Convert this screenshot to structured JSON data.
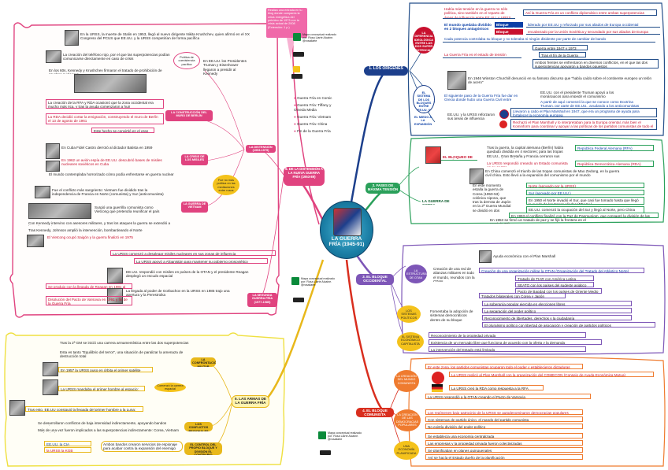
{
  "hub": {
    "title_1": "LA GUERRA",
    "title_2": "FRÍA (1945-91)"
  },
  "branches": {
    "b1": "1. LOS ORÍGENES",
    "b2": "2. FASES DE MÁXIMA TENSIÓN",
    "b3": "3. EL BLOQUE OCCIDENTAL",
    "b4": "4. EL BLOQUE COMUNISTA",
    "b5": "5. LAS ARMAS DE LA GUERRA FRÍA",
    "b6": "6. DE LA DISTENSIÓN A LA NUEVA GUERRA FRÍA (1953-89)"
  },
  "top_note": "Realiza una entrada en tu blog donde compares la crisis energética del petróleo de 1973 con la crisis actual de 2008 (Extensión: 1 p.)",
  "license_text": "Mapa conceptual realizado por: Rosa Liarte Alcaine. @rosaliarte",
  "links": [
    "Guerra Fría en Comic",
    "Guerra Fría: Tiffany y Omeda Media",
    "Guerra Fría: Vietnam",
    "Guerra Fría: China",
    "Fin de la Guerra Fría"
  ],
  "origins": {
    "left1": "LA DIFERENCIA IDEOLÓGICA ENTRE LAS DOS SUPER POTENCIAS",
    "left2": "EL SISTEMA DE LOS BLOQUES ENTRE EE.UU. Y LA URSS",
    "left3": "EL MIEDO A LA EXPANSIÓN",
    "t1": "Había más tensión en la guerra no sólo política, sino también en el reparto de áreas de influencia entre EE.UU. y URSS",
    "t1b": "Así la Guerra Fría es un conflicto diplomático entre ambas superpotencias",
    "t2": "El mundo quedaba dividido en 2 bloques antagónicos",
    "t2a": "Bloque occidental:",
    "t2a_text": "liderado por EE.UU y reforzado por sus aliados de Europa occidental",
    "t2b": "Bloque comunista:",
    "t2b_text": "encabezado por la Unión Soviética y secundado por sus aliados de Europa Oriental",
    "t3": "Cada potencia controlaba su bloque y no toleraba ni ningún disidente por parte de cambiar de bando",
    "t4": "La Guerra Fría es el estado de tensión permanente",
    "t4a": "Guerra entre 1947 y 1973",
    "t4b": "Tras el fin de la Guerra Fría",
    "t4c": "Ambos frentes se enfrentaron en diversos conflictos, en el que las dos superpotencias apoyaron a bandos opuestos",
    "churchill": "En 1946 Winston Churchill denunció en su famoso discurso que \"había caído sobre el continente europeo un telón de acero\"",
    "mid1": "El siguiente paso de la Guerra Fría fue dar en Grecia donde hubo una Guerra Civil entre comunistas y monárquicos",
    "mid2": "EE.UU. con el presidente Truman apoyó a los monárquicos para impedir el comunismo",
    "mid3": "A partir de aquí comenzó la que se conoce como Doctrina Truman, por parte de EE.UU., ayudando a los anticomunistas",
    "usa": "EE.UU. y la URSS reforzaron sus áreas de influencia",
    "usa1": "Llevaron a cabo el Plan Marshall en 1947, que era un programa de ayuda para fortalecer la economía europea",
    "usa2": "Rechazó el Plan Marshall y lo interpretaban para la Europa oriental, más bien el Kominform para coordinar y apoyar a las políticas de los partidos comunistas de todo el mundo"
  },
  "tension": {
    "berlin": "EL BLOQUEO DE BERLÍN",
    "berlin_text": "Tras la guerra, la capital alemana (Berlín) había quedado dividida en 4 sectores; para las tropas EE.UU., Gran Bretaña y Francia cerraron sus sectores la que dio",
    "rfa": "República Federal Alemana (RFA)",
    "rda": "República Democrática Alemana (RDA)",
    "berlin_2": "La URSS respondió creando un Estado comunista en su sector",
    "korea": "LA GUERRA DE COREA",
    "china": "En China comenzó el triunfo de las tropas comunistas de Mao Zedong, en la guerra civil china. Esto llevó a la expansión del comunismo por el mundo",
    "korea_text": "En este momento estalla la guerra de Corea (1950-53) colónica nipona, que tras la derrota de Japón en la 2ª Guerra Mundial se dividió en dos",
    "korea1": "Norte (apoyado por la URSS)",
    "korea2": "Sur (apoyado por EE.UU.)",
    "korea3": "En 1950 el Norte invadió el Sur, que casi fue tomado hasta que llegó la ayuda de las tropas aliadas (EE.UU.)",
    "korea4": "EE.UU. comenzó la ocupación del Sur y llegó al Norte, pero China envió tropas en apoyo al Norte",
    "korea5": "En 1953 se firmó un tratado de paz y se fijó la frontera en el paralelo 38º",
    "korea6": "En 1953 el conflicto finalizó con la Paz de Panmunjom, que consagró la división de las dos Coreas"
  },
  "western": {
    "s1": "LA ESTRUCTURA DE OTAN",
    "s2": "LOS SISTEMAS POLÍTICOS",
    "s3": "EL SISTEMA ECONÓMICO CAPITALISTA",
    "marshall": "Ayuda económica con el Plan Marshall",
    "otan1": "Creación de una red de alianzas militares en todo el mundo, reunidos con la OTAN",
    "otan2": "Creación de una organización militar la OTAN (Organización del Tratado del Atlántico Norte)",
    "otan3": "Tratado de TIAR con América Latina",
    "otan4": "SEATO con los países del sudeste asiático",
    "otan5": "Pacto de Bagdad con los países de Oriente Medio",
    "otan6": "Tratados bilaterales con Corea y Japón",
    "pol1": "Fomentaba la adopción de sistemas democráticos dentro de su bloque",
    "pol2": "La soberanía popular ejercida en elecciones libres",
    "pol3": "La separación del poder político",
    "pol4": "Reconocimiento de libertades, derechos y la ciudadanía",
    "pol5": "El pluralismo político con libertad de asociación y creación de partidos políticos",
    "eco1": "Reconocimiento de la propiedad privada",
    "eco2": "Existencia de un mercado libre que funciona de acuerdo con la oferta y la demanda",
    "eco3": "La intervención del Estado está limitada"
  },
  "communist": {
    "c1": "LA CREACIÓN DEL MUNDO COMUNISTA",
    "c2": "LA CREACIÓN DE LAS DEMOCRACIAS POPULARES",
    "c3": "UNA ECONOMÍA PLANIFICADA",
    "c1a": "En este zona, los partidos comunistas ocuparon todo el poder y establecieron dictaduras comunistas",
    "c1b": "La URSS replicó al Plan Marshall con la organización del COMECON (Consejo de Ayuda Económica Mutua)",
    "c1c": "La URSS creó la RDA como respuesta a la RFA",
    "c1d": "La URSS respondió a la OTAN creando el Pacto de Varsovia",
    "c2a": "Los regímenes bajo patrocinio de la URSS se autodenominaron democracias populares",
    "c2b": "Con sistemas de partido único, el mando del partido comunista",
    "c2c": "No existía división del poder político",
    "c3a": "Se establecía una economía centralizada",
    "c3b": "Las empresas y la propiedad privada fueron colectivizadas",
    "c3c": "Se planificaban en planes quinquenales",
    "c3d": "Así se hacía el Estado dueño de la planificación"
  },
  "arms": {
    "a1": "LA CONFRONTACIÓN MILITAR",
    "a2": "LOS CONFLICTOS REGIONALES",
    "a3": "EL CONTROL DEL PROPIO BLOQUE Y DIVISIÓN EL CONTRARIO",
    "space": "Comenzó la carrera espacial",
    "a1_text": "Tras la 2ª GM se inició una carrera armamentística entre las dos superpotencias",
    "a1_text2": "Esta es tanto \"Equilibrio del terror\", una situación de paralizar la amenaza de destrucción total",
    "sp1": "En 1957 la URSS puso en órbita el primer satélite artificial, el Sputnik",
    "sp2": "La URSS mandaba el primer hombre al espacio: Yuri Gagarin",
    "sp3": "Tras esto, EE.UU consiguió la llegada del primer hombre a la Luna: Neil Armstrong en 1969",
    "a2_text": "Se desarrollaron conflictos de baja intensidad indirectamente, apoyando bandos contrarios",
    "a2_text2": "Más de una vez fueron implicados a las superpotencias indirectamente: Corea, Vietnam y Afganistán",
    "cia": "EE.UU. la CIA",
    "kgb": "la URSS la KGB",
    "a3_text": "Ambos bandos crearon servicios de espionaje para acabar contra la expansión del enemigo"
  },
  "distension": {
    "d1": "LA DISTENSIÓN (1953-1975)",
    "d2": "LA SEGUNDA GUERRA FRÍA (1977-1985)",
    "wall": "LA CONSTRUCCIÓN DEL MURO DE BERLÍN",
    "cuba": "LA CRISIS DE LOS MISILES",
    "vietnam": "LA GUERRA DE VIETNAM",
    "pol_fin": "Fue no más política en las mediaciones entre rusos",
    "d1_text1": "En la URSS, la muerte de Stalin en 1953, llegó al nuevo dirigente Nikita Krushchev, quien afirmó en el XX Congreso del PCUS que EE.UU. y la URSS competirían de forma pacífica",
    "d1_text2": "La creación del teléfono rojo, por el que las superpotencias podían comunicarse directamente en caso de crisis",
    "d1_text3": "En los 60s, Kennedy y Krushchev firmaron el tratado de prohibición de pruebas nucleares",
    "d1_coex": "Política de coexistencia pacífica",
    "usa_pres": "En EE.UU. los Presidentes Truman y Eisenhower llegaron a presidir al Kennedy",
    "wall_text1": "La creación de la RFA y RDA ocasionó que la zona occidental era mucho más rica, y tras la ayuda comenzaron a huir",
    "wall_text2": "La RDA decidió cortar la emigración, construyendo el muro de Berlín el 13 de agosto de 1961",
    "wall_text3": "Este hecho se convirtió en el gran símbolo de la Guerra Fría",
    "cuba_text1": "En Cuba Fidel Castro derrotó al dictador Batista en 1959",
    "cuba_text2": "En 1962 un avión espía de EE.UU. descubrió bases de misiles nucleares soviéticos en Cuba",
    "cuba_text3": "El mundo contemplaba horrorizado cómo podía enfrentarse en guerra nuclear",
    "vn_text1": "Fue el conflicto más sangriento: Vietnam fue dividido tras la independencia de Francia en Norte (comunista) y Sur (anticomunista)",
    "vn_text2": "Surgió una guerrilla comunista como Vietcong que pretendía reunificar el país",
    "vn_text3": "Con Kennedy intervino con asesores militares, y tras los ataques la guerra se extendió a los países vecinos",
    "vn_text4": "Tras Kennedy, Johnson amplió la intervención, bombardeando el Norte",
    "vn_text5": "El Vietcong ocupó Saigón y la guerra finalizó en 1975",
    "sg1": "La URSS comenzó a desplegar misiles nucleares en sus zonas de influencia",
    "sg2": "La URSS apoyó a Afganistán para mantener su gobierno prosoviético",
    "sg3": "EE.UU. respondió con misiles en países de la OTAN y el presidente Reagan desplegó un escudo espacial",
    "reagan": "Se produjo con la llegada de Reagan en 1981 al poder",
    "gorb": "La llegada al poder de Gorbachov en la URSS en 1985 trajo una apertura y la Perestroika",
    "fin": "Disolución del Pacto de Varsovia en 1991 y fin de la Guerra Fría"
  }
}
